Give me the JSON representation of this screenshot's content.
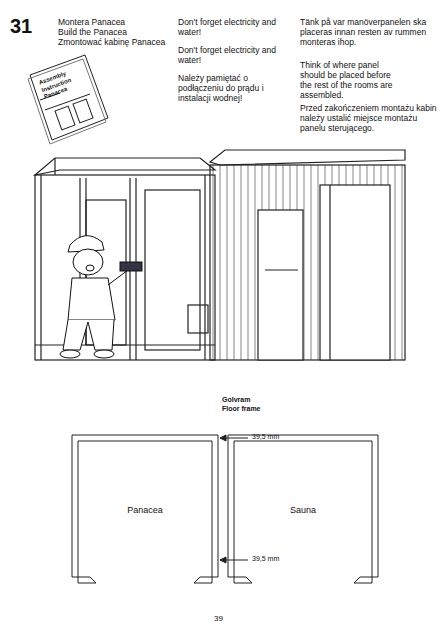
{
  "diagram": {
    "nodes": [
      {
        "text": [
          "Panacea"
        ]
      },
      {
        "text": [
          "Sauna"
        ]
      }
    ],
    "labels": [
      "31",
      "Montera Panacea",
      "Build the Panacea",
      "Zmontować kabinę Panacea",
      "Don't forget electricity and water!",
      "Don't forget electricity and water!",
      "Należy pamiętać o podłączeniu do prądu i instalacji wodnej!",
      "Tänk på var manöverpanelen ska placeras innan resten av rummen monteras ihop.",
      "Think of where panel should be placed before the rest of the rooms are assembled.",
      "Przed zakończeniem montażu kabin należy ustalić miejsce montażu panelu sterującego.",
      "Assembly Instruction Panacea",
      "Golvram",
      "Floor frame",
      "39,5 mm",
      "39,5 mm",
      "39"
    ]
  }
}
